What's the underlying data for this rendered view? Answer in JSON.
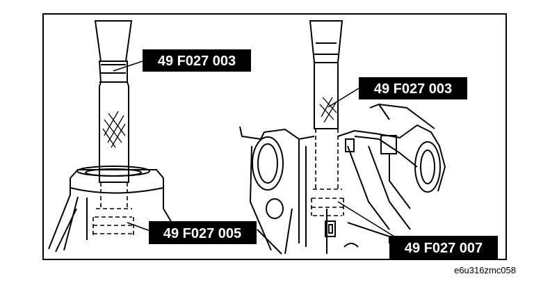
{
  "labels": {
    "left_tool_upper": "49 F027 003",
    "left_tool_lower": "49 F027 005",
    "right_tool_upper": "49 F027 003",
    "right_tool_lower": "49 F027 007"
  },
  "reference_code": "e6u316zmc058",
  "colors": {
    "line": "#000000",
    "label_bg": "#000000",
    "label_text": "#ffffff"
  }
}
